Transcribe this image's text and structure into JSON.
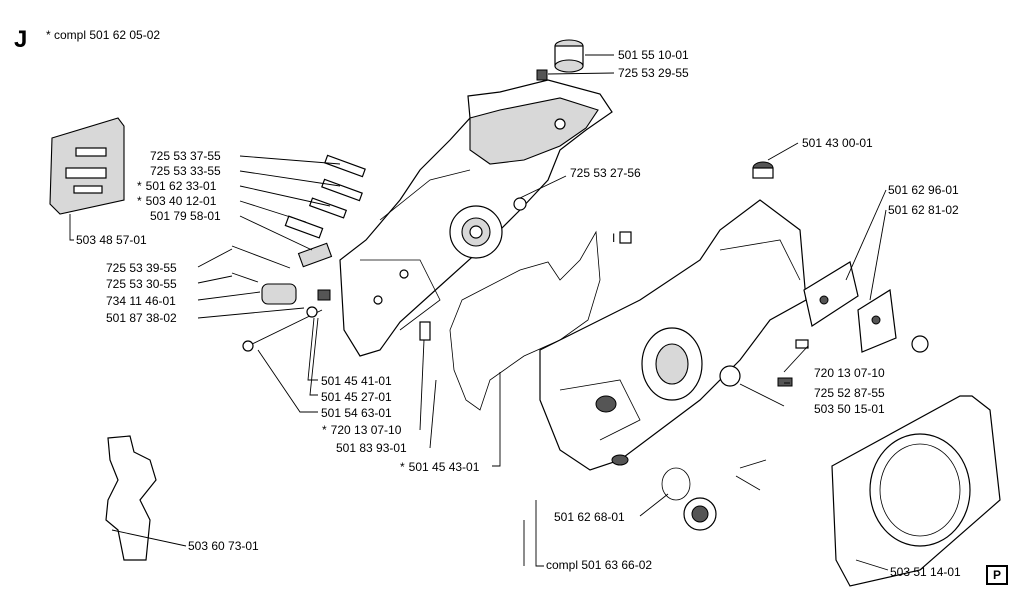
{
  "section": {
    "letter": "J",
    "note": "* compl 501 62 05-02"
  },
  "page_badge": "P",
  "callout_box_label": "I",
  "part_labels": [
    {
      "id": "p1",
      "star": false,
      "text": "501 55 10-01"
    },
    {
      "id": "p2",
      "star": false,
      "text": "725 53 29-55"
    },
    {
      "id": "p3",
      "star": false,
      "text": "501 43 00-01"
    },
    {
      "id": "p4",
      "star": false,
      "text": "725 53 27-56"
    },
    {
      "id": "p5",
      "star": false,
      "text": "725 53 37-55"
    },
    {
      "id": "p6",
      "star": false,
      "text": "725 53 33-55"
    },
    {
      "id": "p7",
      "star": true,
      "text": "501 62 33-01"
    },
    {
      "id": "p8",
      "star": true,
      "text": "503 40 12-01"
    },
    {
      "id": "p9",
      "star": false,
      "text": "501 79 58-01"
    },
    {
      "id": "p10",
      "star": false,
      "text": "503 48 57-01"
    },
    {
      "id": "p11",
      "star": false,
      "text": "725 53 39-55"
    },
    {
      "id": "p12",
      "star": false,
      "text": "725 53 30-55"
    },
    {
      "id": "p13",
      "star": false,
      "text": "734 11 46-01"
    },
    {
      "id": "p14",
      "star": false,
      "text": "501 87 38-02"
    },
    {
      "id": "p15",
      "star": false,
      "text": "501 62 96-01"
    },
    {
      "id": "p16",
      "star": false,
      "text": "501 62 81-02"
    },
    {
      "id": "p17",
      "star": false,
      "text": "720 13 07-10"
    },
    {
      "id": "p18",
      "star": false,
      "text": "725 52 87-55"
    },
    {
      "id": "p19",
      "star": false,
      "text": "503 50 15-01"
    },
    {
      "id": "p20",
      "star": false,
      "text": "501 45 41-01"
    },
    {
      "id": "p21",
      "star": false,
      "text": "501 45 27-01"
    },
    {
      "id": "p22",
      "star": false,
      "text": "501 54 63-01"
    },
    {
      "id": "p23",
      "star": true,
      "text": "720 13 07-10"
    },
    {
      "id": "p24",
      "star": false,
      "text": "501 83 93-01"
    },
    {
      "id": "p25",
      "star": true,
      "text": "501 45 43-01"
    },
    {
      "id": "p26",
      "star": false,
      "text": "501 62 68-01"
    },
    {
      "id": "p27",
      "star": false,
      "text": "compl 501 63 66-02"
    },
    {
      "id": "p28",
      "star": false,
      "text": "503 60 73-01"
    },
    {
      "id": "p29",
      "star": false,
      "text": "503 51 14-01"
    }
  ]
}
